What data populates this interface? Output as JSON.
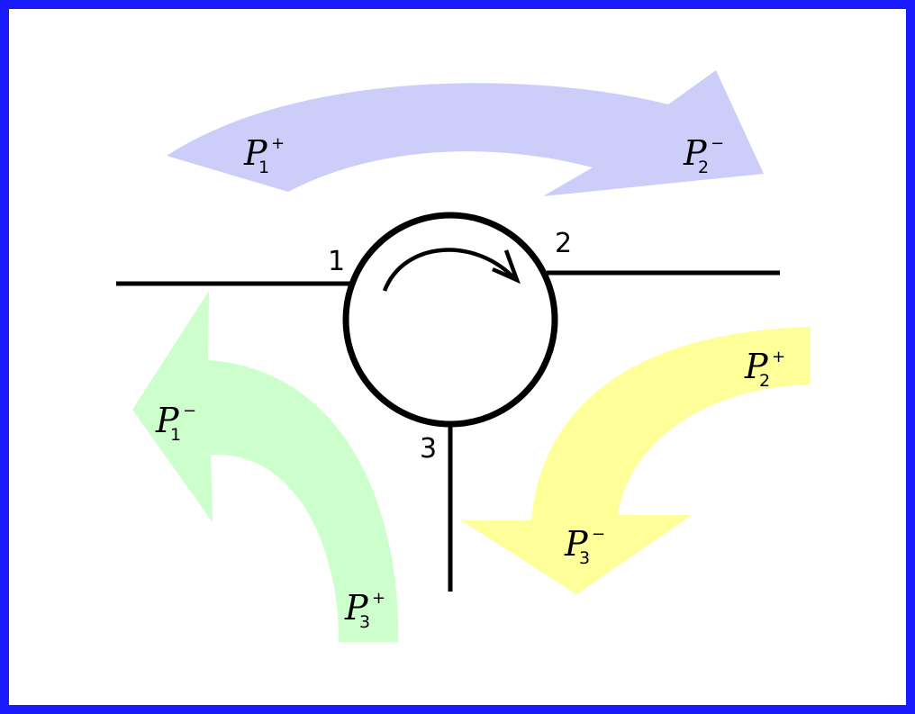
{
  "diagram": {
    "ports": [
      "1",
      "2",
      "3"
    ],
    "waves": {
      "p1_in": {
        "letter": "P",
        "index": "1",
        "direction": "+"
      },
      "p2_out": {
        "letter": "P",
        "index": "2",
        "direction": "−"
      },
      "p2_in": {
        "letter": "P",
        "index": "2",
        "direction": "+"
      },
      "p3_out": {
        "letter": "P",
        "index": "3",
        "direction": "−"
      },
      "p3_in": {
        "letter": "P",
        "index": "3",
        "direction": "+"
      },
      "p1_out": {
        "letter": "P",
        "index": "1",
        "direction": "−"
      }
    },
    "colors": {
      "frame": "#1a1aff",
      "arrow_1_to_2": "#cdcdfa",
      "arrow_2_to_3": "#ffff99",
      "arrow_3_to_1": "#ccffcc",
      "lines": "#000000"
    }
  }
}
